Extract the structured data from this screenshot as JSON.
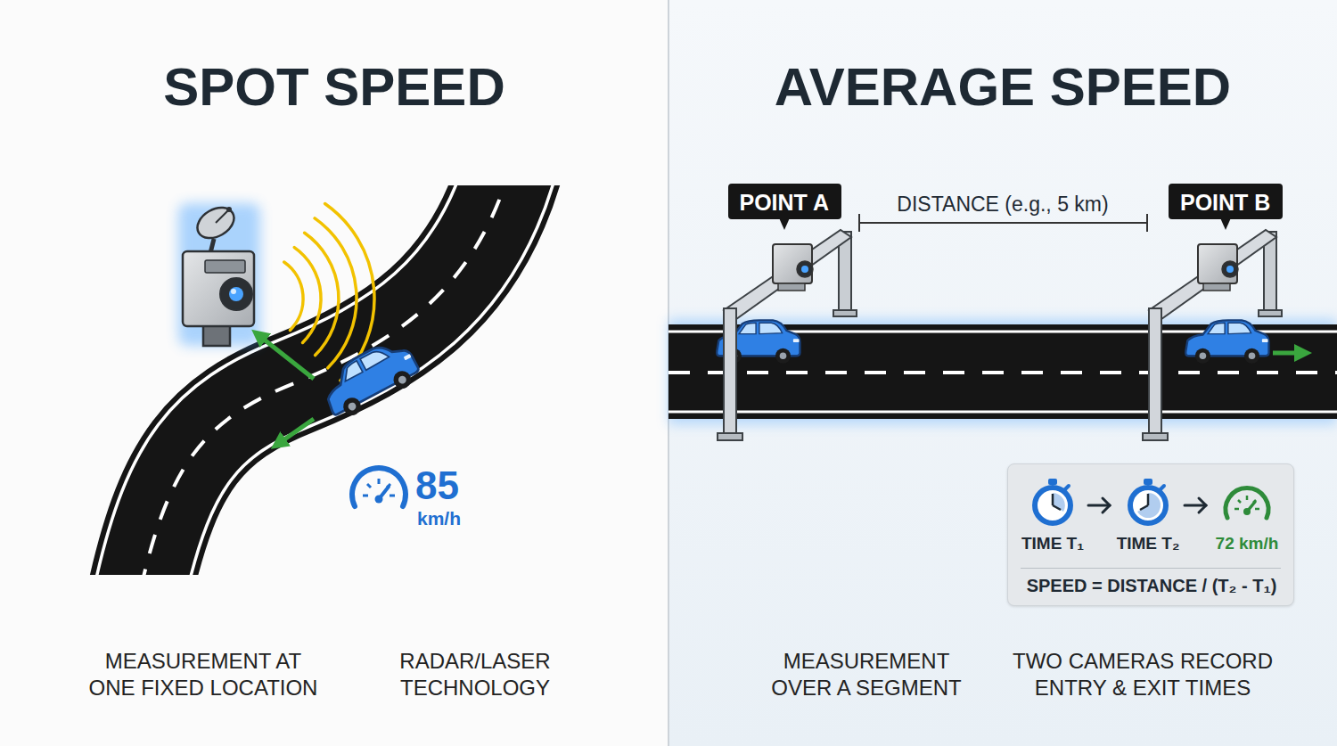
{
  "diagram": {
    "nodes": [
      {
        "text": [
          "POINT A"
        ]
      },
      {
        "text": [
          "POINT B"
        ]
      },
      {
        "text": [
          "TIME T₁",
          "TIME T₂",
          "72 km/h",
          "SPEED = DISTANCE / (T₂ - T₁)"
        ]
      }
    ],
    "labels": [
      "SPOT SPEED",
      "85",
      "km/h",
      "MEASUREMENT AT ONE FIXED LOCATION",
      "RADAR/LASER TECHNOLOGY",
      "AVERAGE SPEED",
      "DISTANCE (e.g., 5 km)",
      "MEASUREMENT OVER A SEGMENT",
      "TWO CAMERAS RECORD ENTRY & EXIT TIMES"
    ]
  }
}
